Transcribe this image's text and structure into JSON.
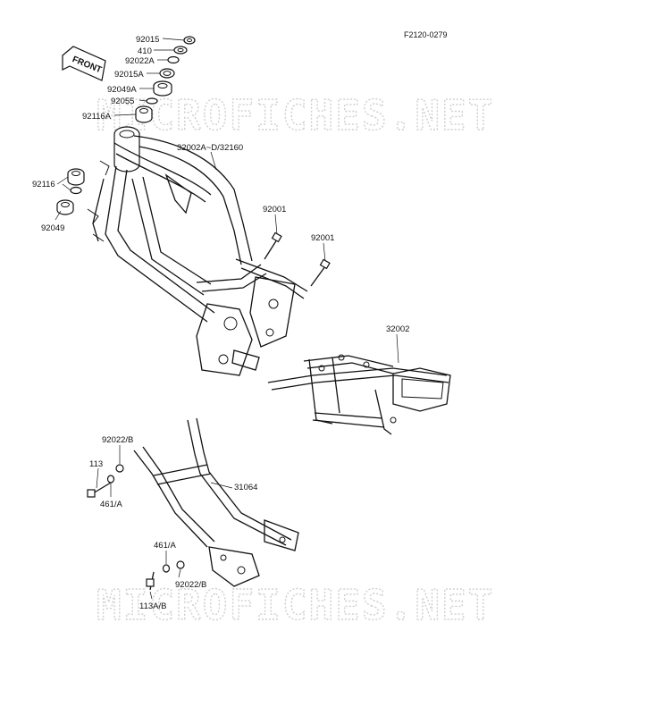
{
  "drawing_code": "F2120-0279",
  "front_arrow_label": "FRONT",
  "watermark_text": "MICROFICHES.NET",
  "parts": {
    "p92015": "92015",
    "p410": "410",
    "p92022A": "92022A",
    "p92015A": "92015A",
    "p92049A": "92049A",
    "p92055": "92055",
    "p92116A": "92116A",
    "p32002A": "32002A~D/32160",
    "p92116": "92116",
    "p92049": "92049",
    "p92001a": "92001",
    "p92001b": "92001",
    "p32002": "32002",
    "p92022B_top": "92022/B",
    "p113": "113",
    "p461A_top": "461/A",
    "p31064": "31064",
    "p461A_bot": "461/A",
    "p92022B_bot": "92022/B",
    "p113AB": "113A/B"
  },
  "colors": {
    "line": "#111111",
    "watermark": "#cfcfcf",
    "background": "#ffffff"
  }
}
